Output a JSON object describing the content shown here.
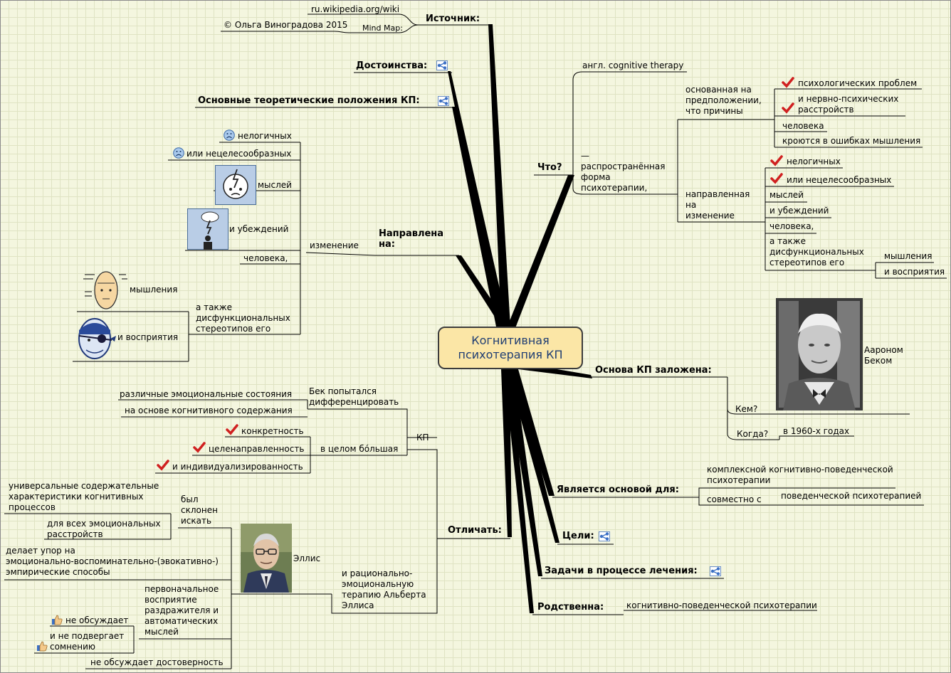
{
  "center": "Когнитивная\nпсихотерапия КП",
  "colors": {
    "center_fill": "#fbe6a6",
    "center_text": "#1f3d73",
    "check": "#d02020",
    "link_icon": "#3a6fc4",
    "grid": "#dfe3c3",
    "background": "#f4f6df"
  },
  "source": {
    "title": "Источник:",
    "url": "ru.wikipedia.org/wiki",
    "map_label": "Mind Map:",
    "author": "© Ольга Виноградова 2015"
  },
  "merits": {
    "title": "Достоинства:"
  },
  "theory": {
    "title": "Основные теоретические положения КП:"
  },
  "what": {
    "title": "Что?",
    "english": "англ. cognitive therapy",
    "widespread": "—\nраспространённая\nформа\nпсихотерапии,",
    "based": "основанная на\nпредположении,\nчто причины",
    "based_items": [
      "психологических проблем",
      "и нервно-психических\nрасстройств",
      "человека",
      "кроются в ошибках мышления"
    ],
    "aimed": "направленная\nна\nизменение",
    "aimed_items": [
      "нелогичных",
      "или нецелесообразных",
      "мыслей",
      "и убеждений",
      "человека,",
      "а также\nдисфункциональных\nстереотипов его"
    ],
    "stereotypes": [
      "мышления",
      "и восприятия"
    ]
  },
  "directed": {
    "title": "Направлена\nна:",
    "change": "изменение",
    "items": [
      "нелогичных",
      "или нецелесообразных",
      "мыслей",
      "и убеждений",
      "человека,",
      "а также\nдисфункциональных\nстереотипов его"
    ],
    "stereotypes": [
      "мышления",
      "и восприятия"
    ]
  },
  "foundation": {
    "title": "Основа КП заложена:",
    "who": "Кем?",
    "who_answer": "Аароном\nБеком",
    "when": "Когда?",
    "when_answer": "в 1960-х годах"
  },
  "basis": {
    "title": "Является основой для:",
    "items": [
      "комплексной когнитивно-поведенческой\nпсихотерапии",
      "совместно с"
    ],
    "with": "поведенческой психотерапией"
  },
  "goals": {
    "title": "Цели:"
  },
  "tasks": {
    "title": "Задачи в процессе лечения:"
  },
  "related": {
    "title": "Родственна:",
    "item": "когнитивно-поведенческой психотерапии"
  },
  "distinguish": {
    "title": "Отличать:",
    "kp": "КП",
    "beck": "Бек попытался\nдифференцировать",
    "beck_items": [
      "различные эмоциональные состояния",
      "на основе когнитивного содержания"
    ],
    "general": "в целом бóльшая",
    "general_items": [
      "конкретность",
      "целенаправленность",
      "и индивидуализированность"
    ],
    "rational": "и рационально-\nэмоциональную\nтерапию Альберта\nЭллиса",
    "ellis": "Эллис",
    "inclined": "был\nсклонен\nискать",
    "universal": "универсальные  содержательные\nхарактеристики когнитивных\nпроцессов",
    "for_all": "для всех эмоциональных\nрасстройств",
    "emphasis": "делает упор на\nэмоционально-воспоминательно-(эвокативно-)\nэмпирические способы",
    "primary": "первоначальное\nвосприятие\nраздражителя и\nавтоматических\nмыслей",
    "not_discuss": "не обсуждает",
    "not_doubt": "и не подвергает\nсомнению",
    "reliability": "не обсуждает достоверность"
  }
}
